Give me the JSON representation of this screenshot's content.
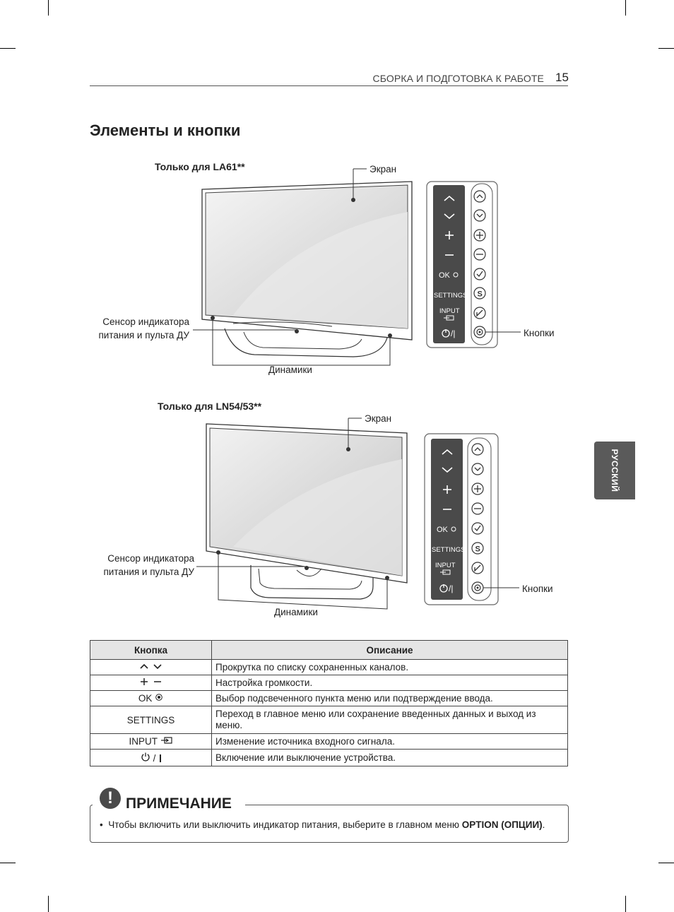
{
  "header": {
    "section": "СБОРКА И ПОДГОТОВКА К РАБОТЕ",
    "page_number": "15"
  },
  "title": "Элементы и кнопки",
  "side_tab": "РУССКИЙ",
  "diagram1": {
    "heading": "Только для LA61**",
    "screen_label": "Экран",
    "sensor_label_line1": "Сенсор индикатора",
    "sensor_label_line2": "питания и пульта ДУ",
    "speakers_label": "Динамики",
    "buttons_label": "Кнопки"
  },
  "diagram2": {
    "heading": "Только для LN54/53**",
    "screen_label": "Экран",
    "sensor_label_line1": "Сенсор индикатора",
    "sensor_label_line2": "питания и пульта ДУ",
    "speakers_label": "Динамики",
    "buttons_label": "Кнопки"
  },
  "panel_labels": {
    "ok": "OK",
    "settings": "SETTINGS",
    "input": "INPUT",
    "power": "/ |"
  },
  "table": {
    "headers": [
      "Кнопка",
      "Описание"
    ],
    "rows": [
      {
        "button": "",
        "icon": "up-down-icons",
        "description": "Прокрутка по списку сохраненных каналов."
      },
      {
        "button": "",
        "icon": "plus-minus-icons",
        "description": "Настройка громкости."
      },
      {
        "button": "OK",
        "icon": "ok-dot-icon",
        "description": "Выбор подсвеченного пункта меню или подтверждение ввода."
      },
      {
        "button": "SETTINGS",
        "icon": "",
        "description": "Переход в главное меню или сохранение введенных данных и выход из меню."
      },
      {
        "button": "INPUT",
        "icon": "input-icon",
        "description": "Изменение источника входного сигнала."
      },
      {
        "button": "/",
        "icon": "power-icon",
        "description": "Включение или выключение устройства."
      }
    ]
  },
  "note": {
    "icon": "!",
    "title": "ПРИМЕЧАНИЕ",
    "bullet": "•",
    "text_before": "Чтобы включить или выключить индикатор питания, выберите в главном меню ",
    "text_bold": "OPTION (ОПЦИИ)",
    "text_after": "."
  },
  "colors": {
    "panel_dark": "#4a4a4a",
    "tab_bg": "#5a5a5a",
    "table_header_bg": "#e5e5e5"
  }
}
